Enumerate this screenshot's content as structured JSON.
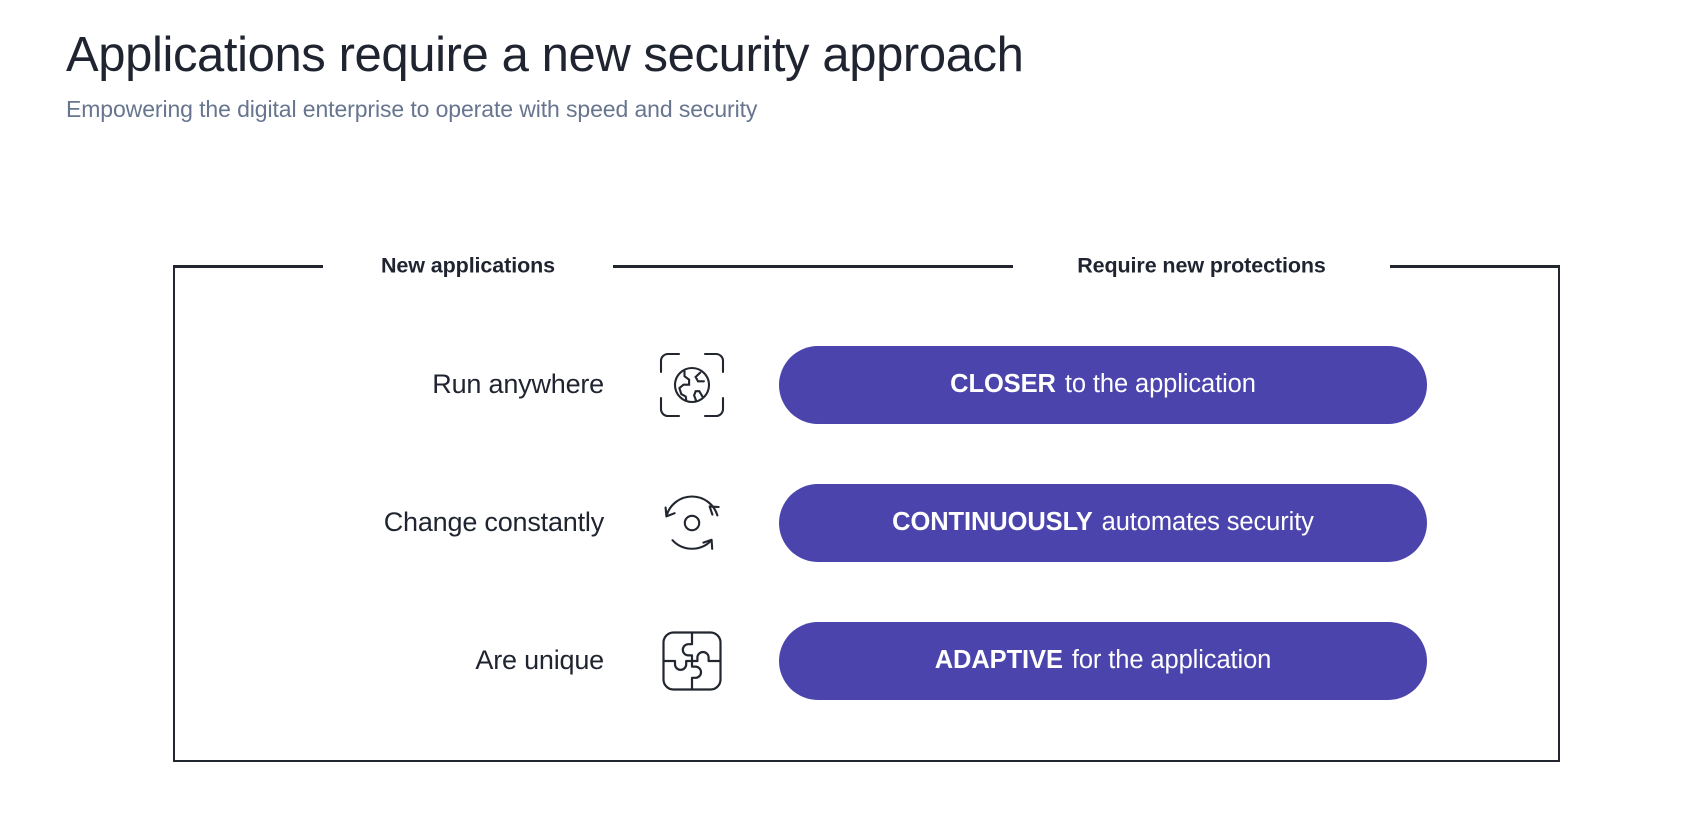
{
  "header": {
    "title": "Applications require a new security approach",
    "subtitle": "Empowering the digital enterprise to operate with speed and security"
  },
  "diagram": {
    "column_headers": {
      "left": "New applications",
      "right": "Require new protections"
    },
    "accent_color": "#4a44ac",
    "frame_color": "#22262f",
    "rows": [
      {
        "label": "Run anywhere",
        "icon": "globe-scan-icon",
        "pill_strong": "CLOSER",
        "pill_rest": "to the application"
      },
      {
        "label": "Change constantly",
        "icon": "refresh-cycle-icon",
        "pill_strong": "CONTINUOUSLY",
        "pill_rest": "automates security"
      },
      {
        "label": "Are unique",
        "icon": "puzzle-icon",
        "pill_strong": "ADAPTIVE",
        "pill_rest": "for the application"
      }
    ]
  }
}
